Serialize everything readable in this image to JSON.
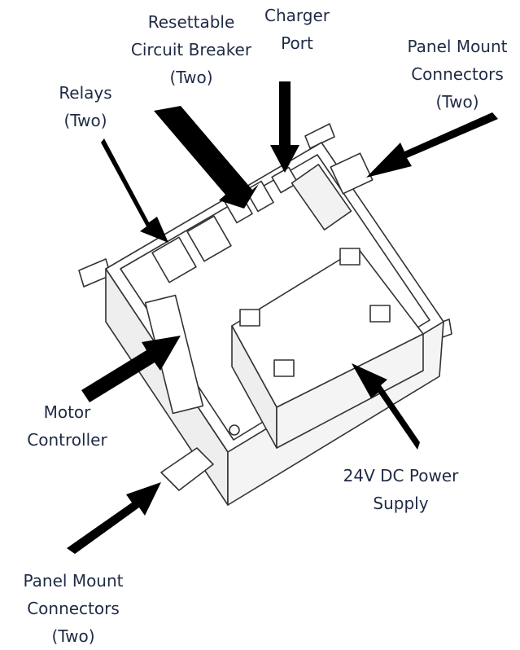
{
  "colors": {
    "label_text": "#1f2a44",
    "arrow": "#000000",
    "drawing_line": "#333333",
    "drawing_fill": "#ffffff",
    "drawing_shade": "#eeeeee"
  },
  "labels": {
    "circuit_breaker": {
      "line1": "Resettable",
      "line2": "Circuit Breaker",
      "line3": "(Two)"
    },
    "charger_port": {
      "line1": "Charger",
      "line2": "Port"
    },
    "panel_connectors_top": {
      "line1": "Panel Mount",
      "line2": "Connectors",
      "line3": "(Two)"
    },
    "relays": {
      "line1": "Relays",
      "line2": "(Two)"
    },
    "motor_controller": {
      "line1": "Motor",
      "line2": "Controller"
    },
    "power_supply": {
      "line1": "24V DC Power",
      "line2": "Supply"
    },
    "panel_connectors_bottom": {
      "line1": "Panel Mount",
      "line2": "Connectors",
      "line3": "(Two)"
    }
  }
}
